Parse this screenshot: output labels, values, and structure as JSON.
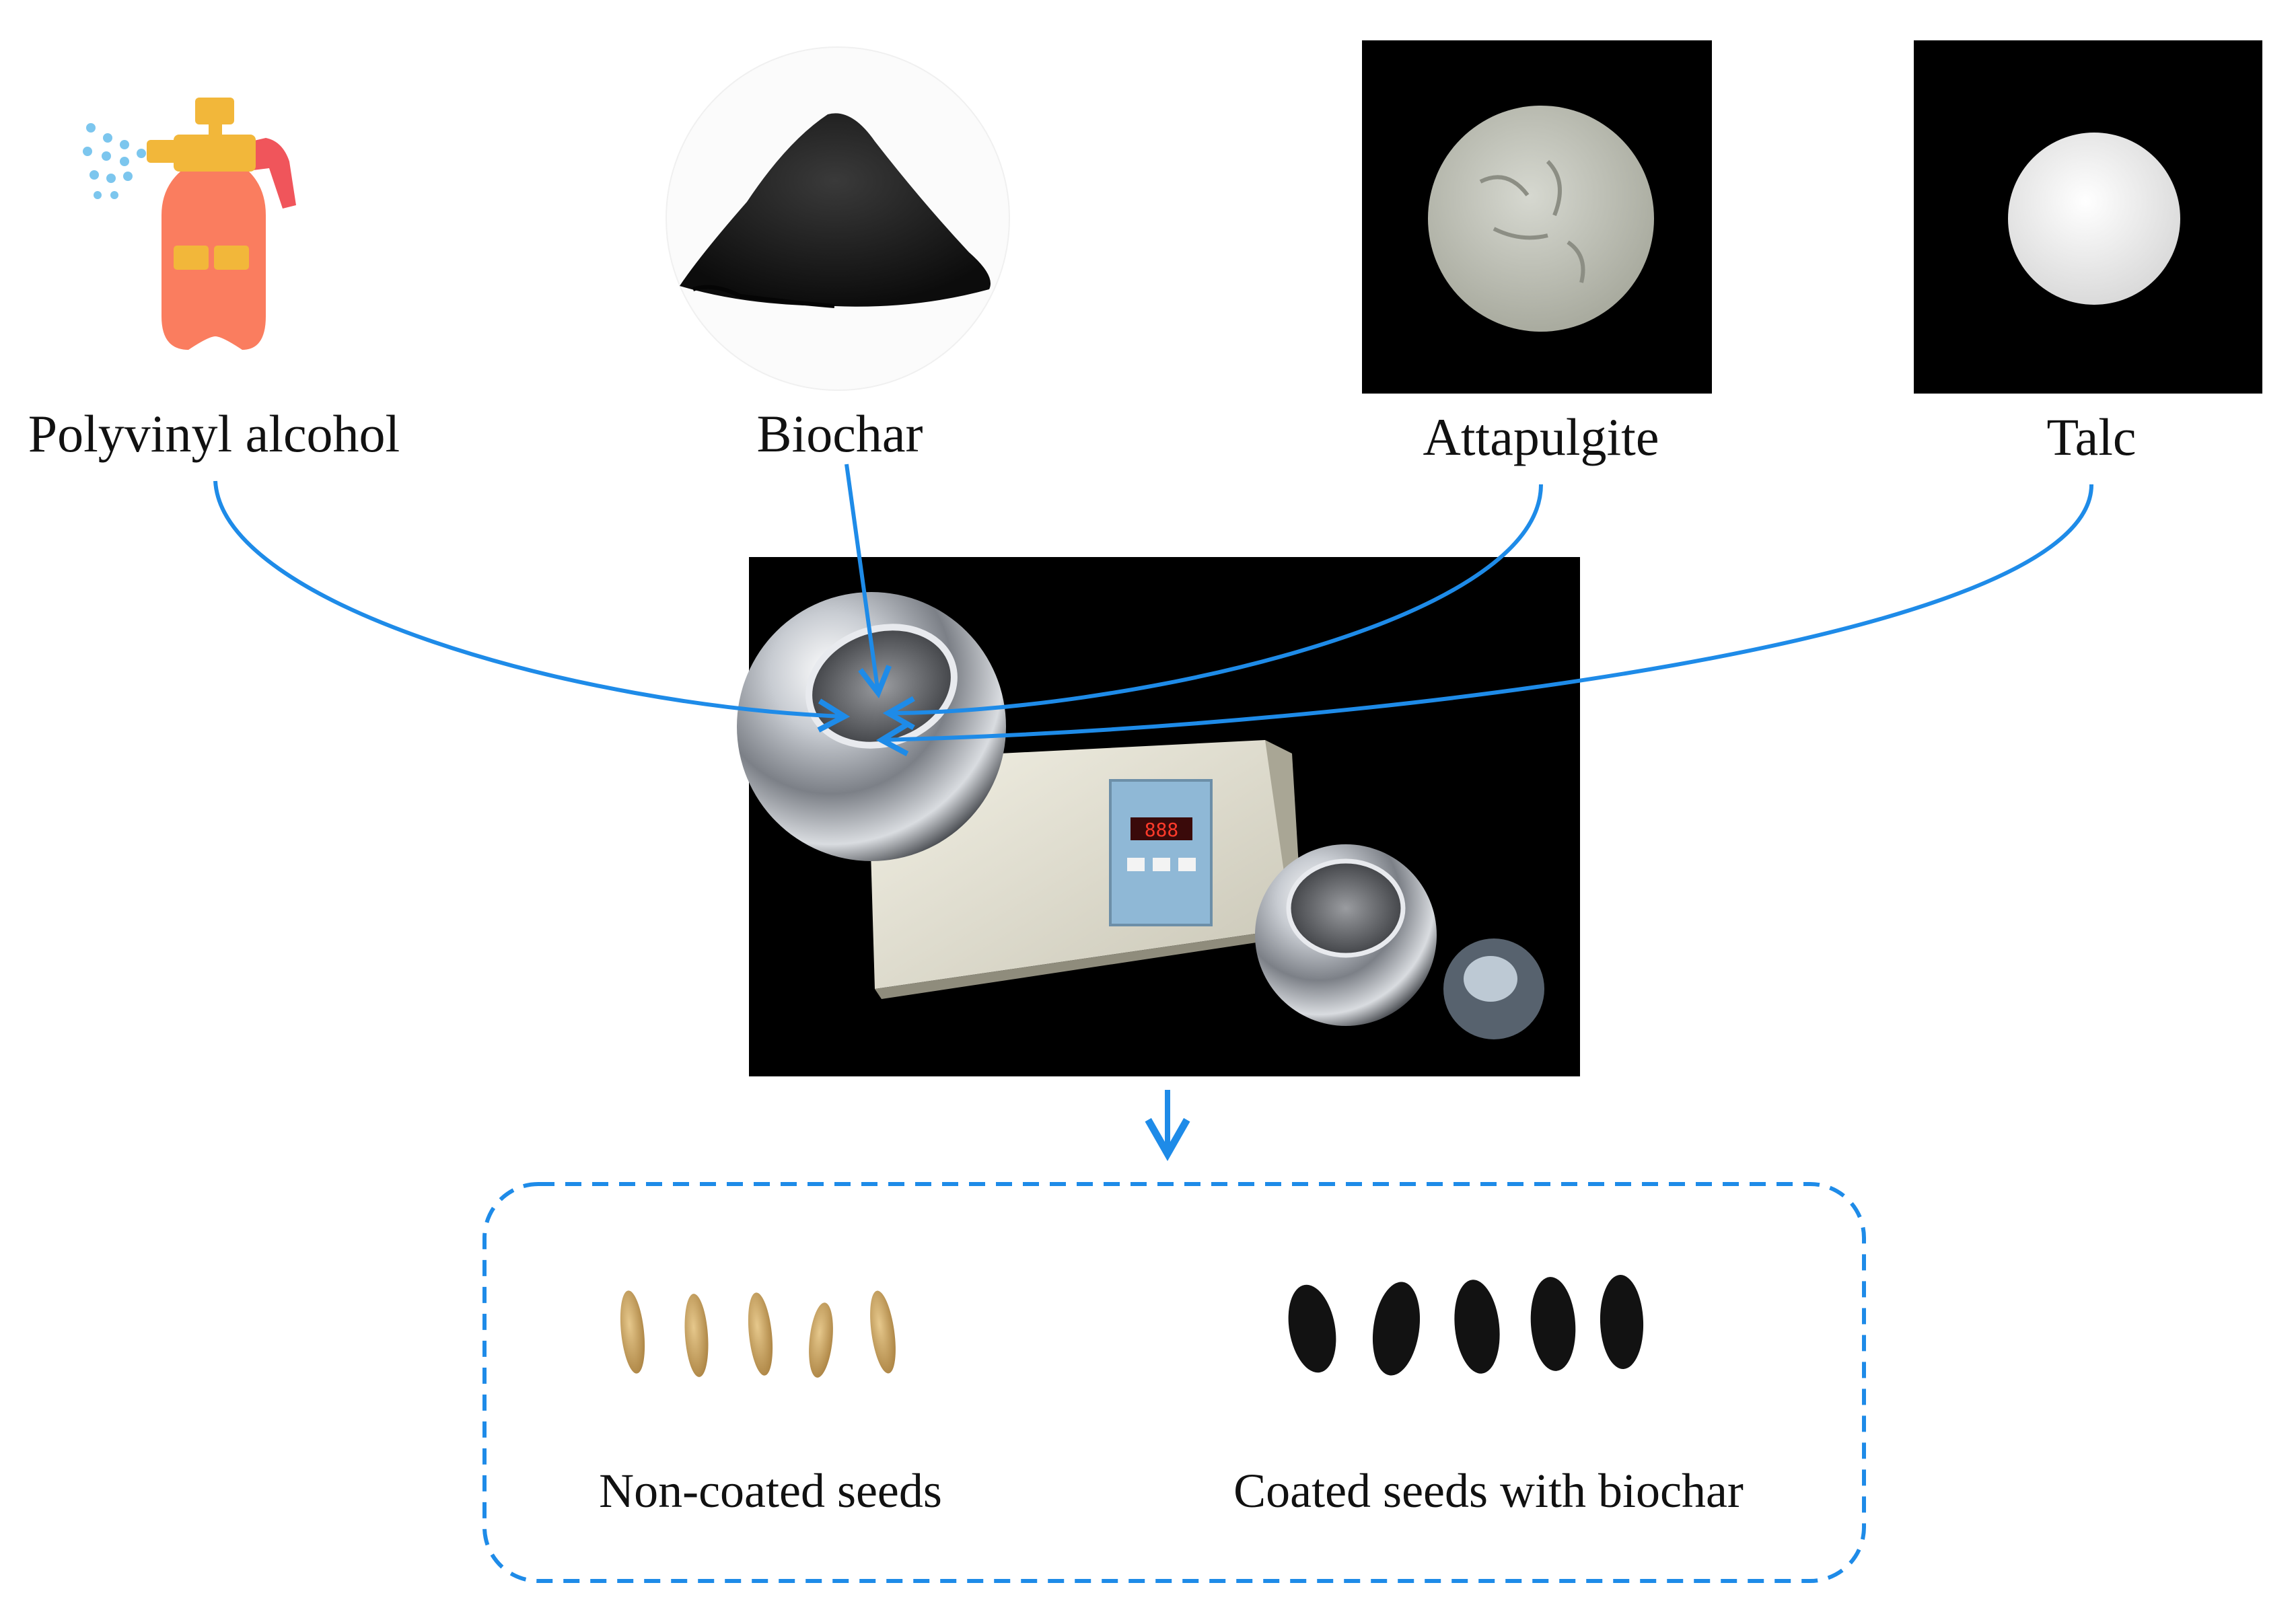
{
  "inputs": {
    "pva": {
      "label": "Polyvinyl alcohol",
      "icon": "spray-bottle-icon"
    },
    "biochar": {
      "label": "Biochar"
    },
    "attapulgite": {
      "label": "Attapulgite"
    },
    "talc": {
      "label": "Talc"
    }
  },
  "machine": {
    "display_reading": "888"
  },
  "output": {
    "non_coated": {
      "label": "Non-coated seeds"
    },
    "coated": {
      "label": "Coated seeds with biochar"
    }
  },
  "colors": {
    "arrow": "#1e8be8",
    "frame": "#1e8be8",
    "raw_seed": "#c9a462",
    "coated_seed": "#121212"
  }
}
